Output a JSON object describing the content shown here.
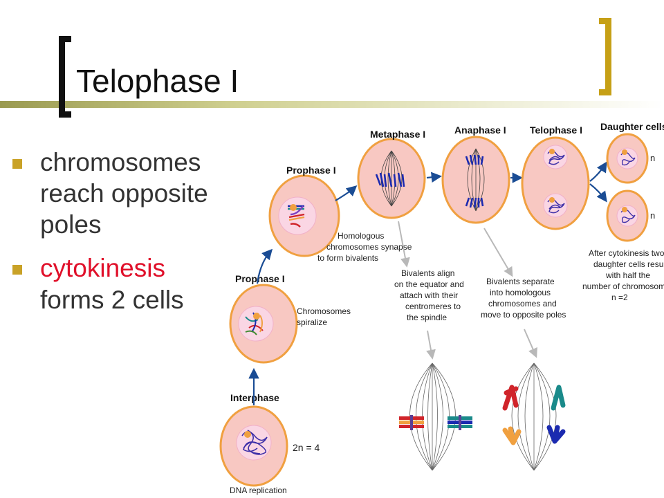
{
  "slide": {
    "title": "Telophase I",
    "bullets": [
      {
        "lines": [
          "chromosomes",
          "reach opposite",
          "poles"
        ]
      },
      {
        "highlight": "cytokinesis",
        "lines": [
          "forms 2 cells"
        ]
      }
    ],
    "colors": {
      "accent_bracket": "#c6a016",
      "highlight_text": "#e0102a",
      "bullet_square": "#c9a227"
    }
  },
  "diagram": {
    "stages": {
      "interphase": "Interphase",
      "prophase1_early": "Prophase I",
      "prophase1_late": "Prophase I",
      "metaphase1": "Metaphase I",
      "anaphase1": "Anaphase I",
      "telophase1": "Telophase I",
      "daughter": "Daughter cells"
    },
    "notes": {
      "dna_replication": "DNA replication",
      "ploidy_2n": "2n = 4",
      "spiralize": [
        "Chromosomes",
        "spiralize"
      ],
      "synapse": [
        "Homologous",
        "chromosomes synapse",
        "to form bivalents"
      ],
      "align": [
        "Bivalents align",
        "on the equator and",
        "attach with their",
        "centromeres to",
        "the spindle"
      ],
      "separate": [
        "Bivalents separate",
        "into homologous",
        "chromosomes and",
        "move to opposite poles"
      ],
      "after": [
        "After cytokinesis two",
        "daughter cells result",
        "with half the",
        "number of chromosomes",
        "n =2"
      ],
      "n_top": "n",
      "n_bottom": "n"
    },
    "colors": {
      "cell_fill": "#f8c8c2",
      "cell_border": "#f0a040",
      "nucleus_fill": "#fad6e4",
      "arrow": "#1a4c94",
      "pointer": "#b8b8b8"
    }
  }
}
